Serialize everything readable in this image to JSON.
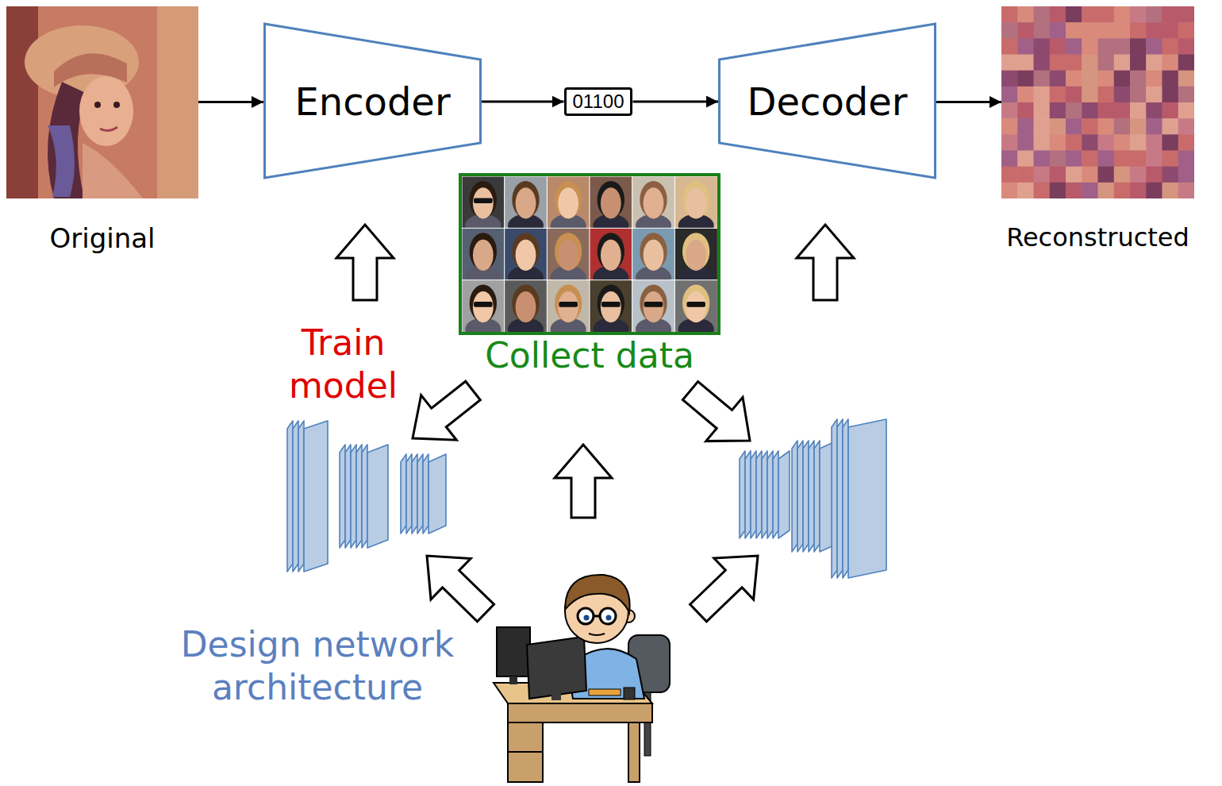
{
  "diagram": {
    "nodes": [
      {
        "text": [
          "Original"
        ]
      },
      {
        "text": [
          "Encoder"
        ]
      },
      {
        "text": [
          "01100"
        ]
      },
      {
        "text": [
          "Decoder"
        ]
      },
      {
        "text": [
          "Reconstructed"
        ]
      },
      {
        "text": [
          "Collect data"
        ]
      }
    ],
    "edges": [
      {
        "from": 0,
        "to": 1,
        "arrow": "to"
      },
      {
        "from": 1,
        "to": 2,
        "arrow": "to"
      },
      {
        "from": 2,
        "to": 3,
        "arrow": "to"
      },
      {
        "from": 3,
        "to": 4,
        "arrow": "to"
      }
    ],
    "labels": [
      "Train model",
      "Design network architecture"
    ]
  }
}
